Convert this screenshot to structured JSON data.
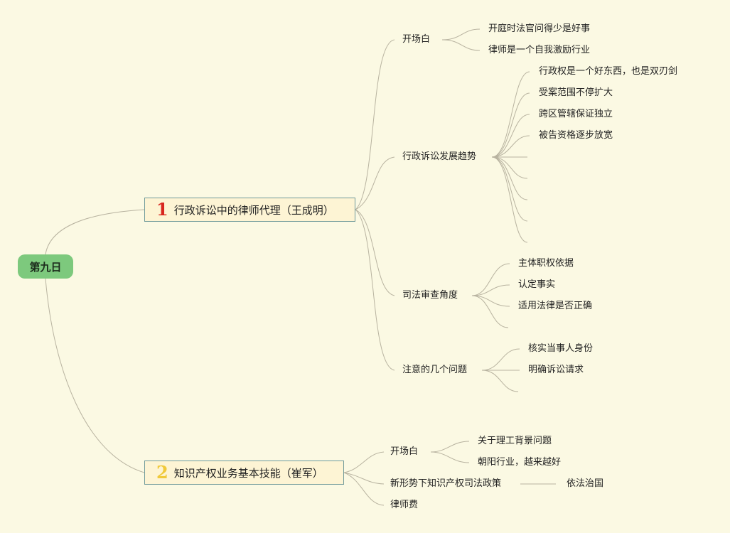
{
  "root": "第九日",
  "topic1": {
    "badge": "1",
    "label": "行政诉讼中的律师代理（王成明）",
    "subs": [
      {
        "label": "开场白",
        "leaves": [
          "开庭时法官问得少是好事",
          "律师是一个自我激励行业"
        ]
      },
      {
        "label": "行政诉讼发展趋势",
        "leaves": [
          "行政权是一个好东西，也是双刃剑",
          "受案范围不停扩大",
          "跨区管辖保证独立",
          "被告资格逐步放宽"
        ]
      },
      {
        "label": "司法审查角度",
        "leaves": [
          "主体职权依据",
          "认定事实",
          "适用法律是否正确"
        ]
      },
      {
        "label": "注意的几个问题",
        "leaves": [
          "核实当事人身份",
          "明确诉讼请求"
        ]
      }
    ]
  },
  "topic2": {
    "badge": "2",
    "label": "知识产权业务基本技能（崔军）",
    "subs": [
      {
        "label": "开场白",
        "leaves": [
          "关于理工背景问题",
          "朝阳行业，越来越好"
        ]
      },
      {
        "label": "新形势下知识产权司法政策",
        "leaves": [
          "依法治国"
        ]
      },
      {
        "label": "律师费",
        "leaves": []
      }
    ]
  },
  "colors": {
    "root": "#7dc97d",
    "topic_fill": "#fdf4d4",
    "topic_border": "#6f9a9a",
    "background": "#fbf9e3",
    "badge1": "#d8261f",
    "badge2": "#f0c93a"
  }
}
